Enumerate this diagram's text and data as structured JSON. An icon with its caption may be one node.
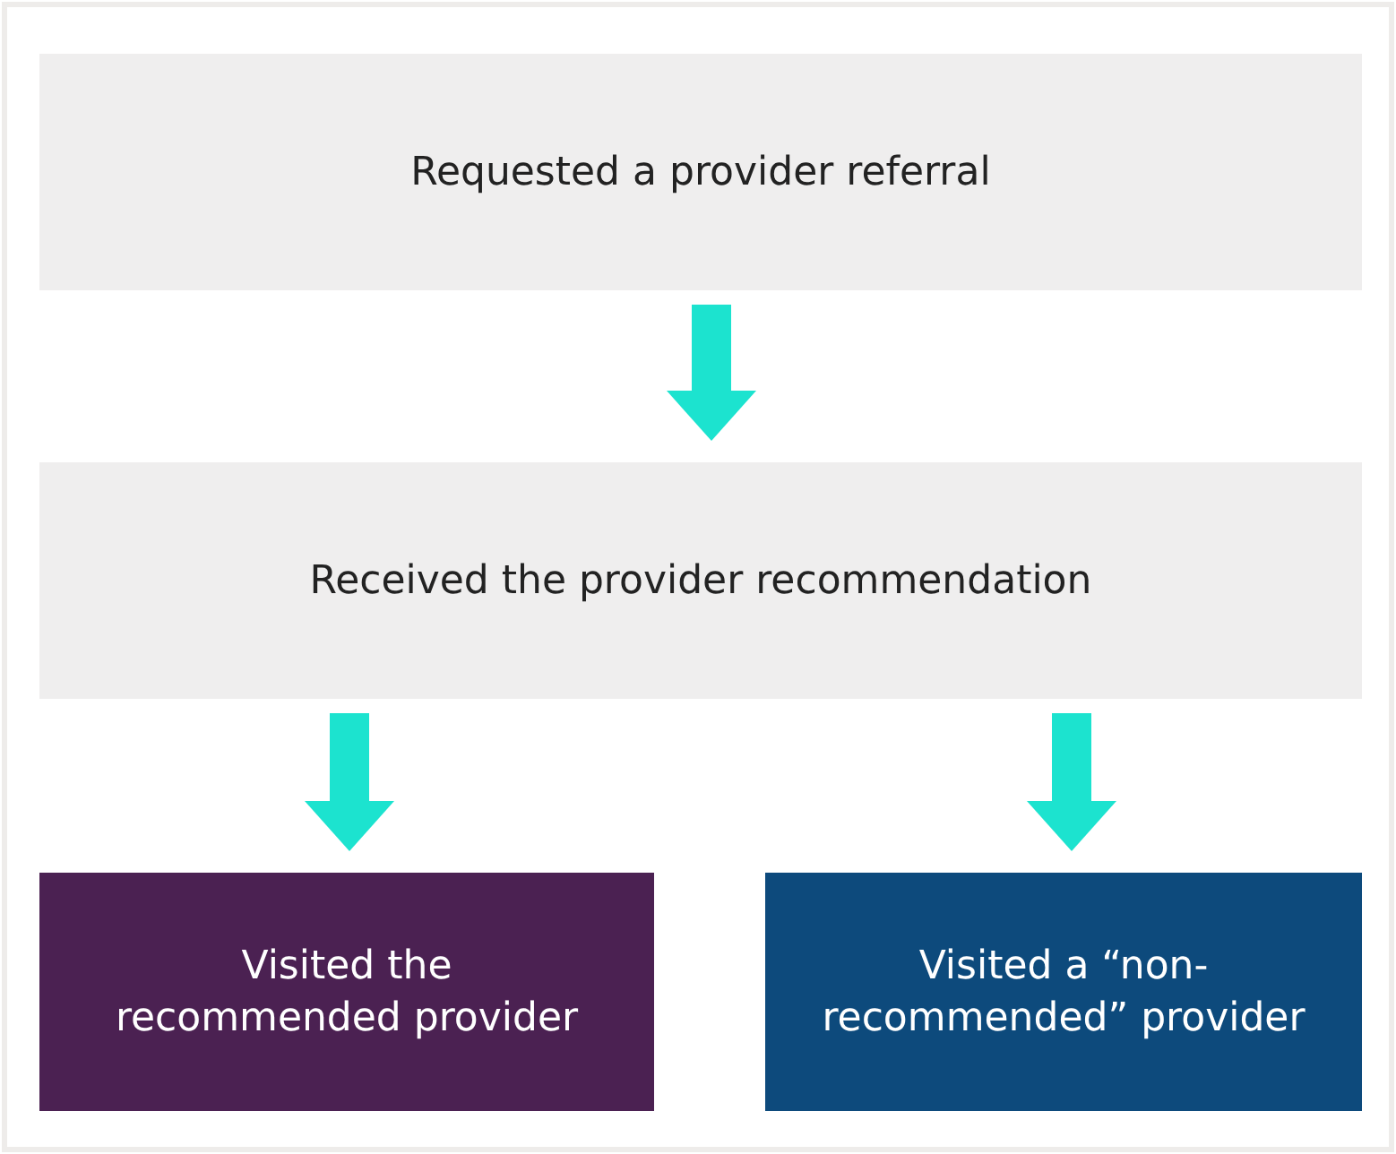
{
  "diagram": {
    "nodes": [
      {
        "text": [
          "Requested a provider referral"
        ]
      },
      {
        "text": [
          "Received the provider recommendation"
        ]
      },
      {
        "text": [
          "Visited the recommended provider"
        ]
      },
      {
        "text": [
          "Visited a “non-recommended” provider"
        ]
      }
    ],
    "edges": [
      {
        "from": 0,
        "to": 1,
        "arrow": "to"
      },
      {
        "from": 1,
        "to": 2,
        "arrow": "to"
      },
      {
        "from": 1,
        "to": 3,
        "arrow": "to"
      }
    ]
  }
}
